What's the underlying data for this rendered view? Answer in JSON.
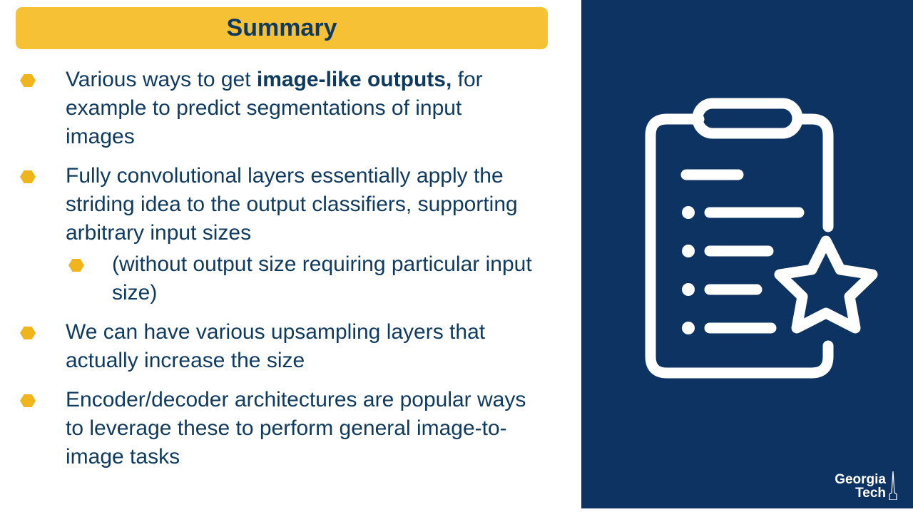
{
  "title": "Summary",
  "bullets": [
    {
      "pre": "Various ways to get ",
      "bold": "image-like outputs,",
      "post": " for example to predict segmentations of input images"
    },
    {
      "text": "Fully convolutional layers essentially apply the striding idea to the output classifiers, supporting arbitrary input sizes"
    },
    {
      "text": "(without output size requiring particular input size)"
    },
    {
      "text": "We can have various upsampling layers that actually increase the size"
    },
    {
      "text": "Encoder/decoder architectures are popular ways to leverage these to perform general image-to-image tasks"
    }
  ],
  "logo": {
    "line1": "Georgia",
    "line2": "Tech"
  },
  "colors": {
    "accent": "#f6c135",
    "navy": "#0c3361",
    "text": "#0f3a5f",
    "bullet": "#f0b41c"
  },
  "icons": [
    "hexagon-bullet-icon",
    "clipboard-star-icon",
    "georgia-tech-logo"
  ]
}
